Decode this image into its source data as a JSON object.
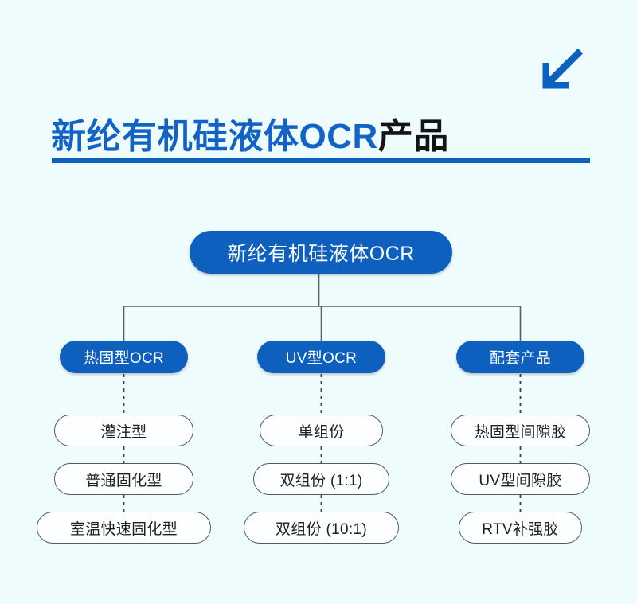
{
  "page": {
    "background_color": "#effcfd",
    "accent_color": "#0e60bf",
    "title_dark_color": "#141414"
  },
  "header": {
    "title_blue": "新纶有机硅液体OCR",
    "title_dark": "产品",
    "rule_color": "#0a61c0",
    "arrow_icon": "arrow-down-left-icon",
    "arrow_color": "#0a61c0"
  },
  "diagram": {
    "type": "tree",
    "root": {
      "label": "新纶有机硅液体OCR"
    },
    "branches": [
      {
        "label": "热固型OCR",
        "leaves": [
          {
            "label": "灌注型"
          },
          {
            "label": "普通固化型"
          },
          {
            "label": "室温快速固化型"
          }
        ]
      },
      {
        "label": "UV型OCR",
        "leaves": [
          {
            "label": "单组份"
          },
          {
            "label": "双组份 (1:1)"
          },
          {
            "label": "双组份 (10:1)"
          }
        ]
      },
      {
        "label": "配套产品",
        "leaves": [
          {
            "label": "热固型间隙胶"
          },
          {
            "label": "UV型间隙胶"
          },
          {
            "label": "RTV补强胶"
          }
        ]
      }
    ]
  }
}
